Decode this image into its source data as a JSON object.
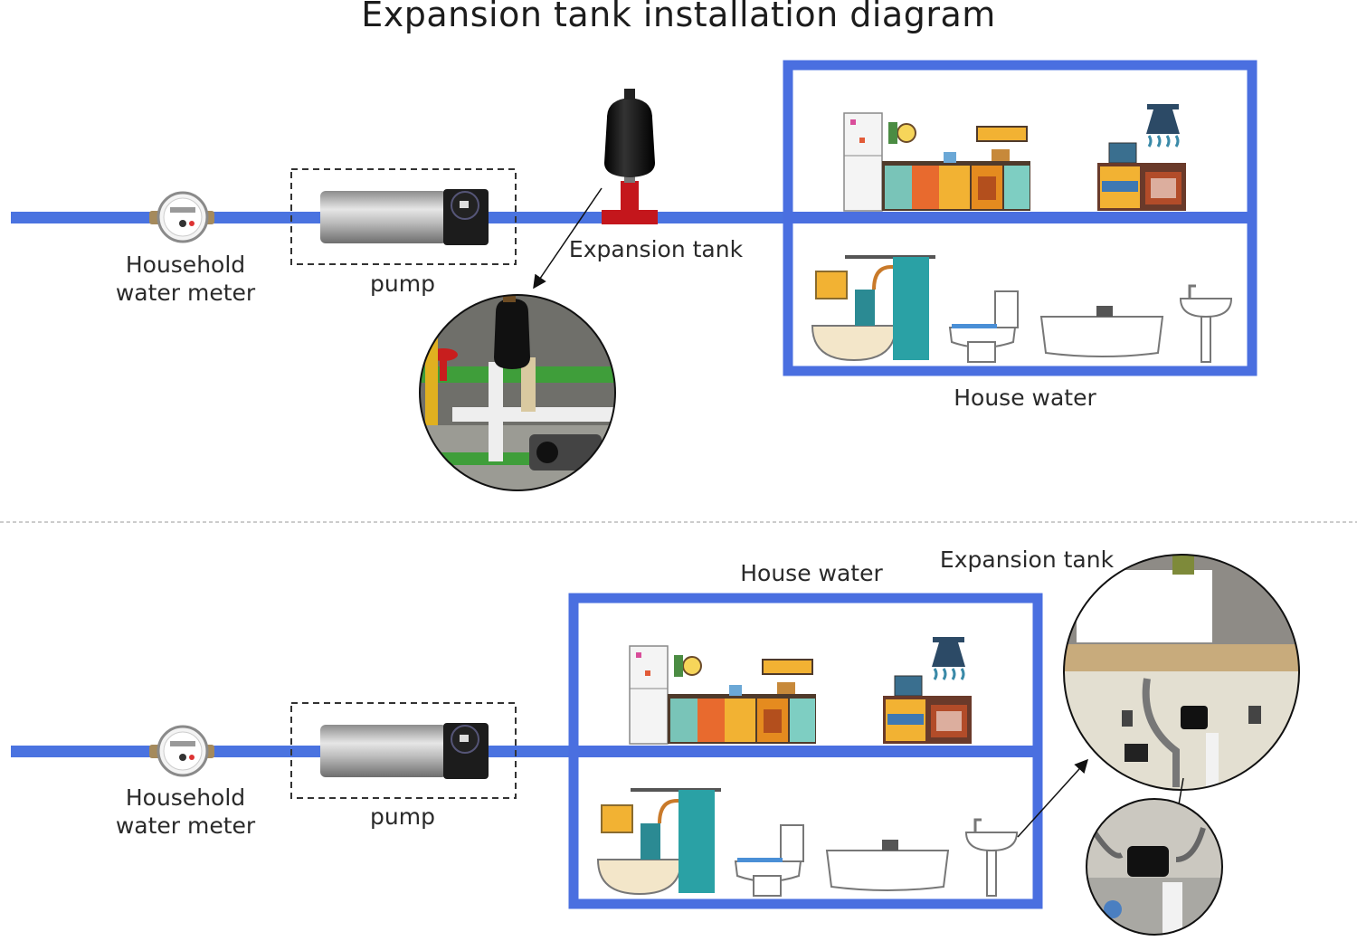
{
  "title": "Expansion tank installation diagram",
  "top": {
    "meter_label_line1": "Household",
    "meter_label_line2": "water meter",
    "pump_label": "pump",
    "tank_label": "Expansion tank",
    "house_label": "House water"
  },
  "bottom": {
    "meter_label_line1": "Household",
    "meter_label_line2": "water meter",
    "pump_label": "pump",
    "tank_label": "Expansion tank",
    "house_label": "House water"
  },
  "colors": {
    "pipe": "#4a73e0",
    "house_frame": "#4a6fe0",
    "tank": "#111111",
    "tee": "#c4161c",
    "pump_body": "#b8b8b8"
  }
}
